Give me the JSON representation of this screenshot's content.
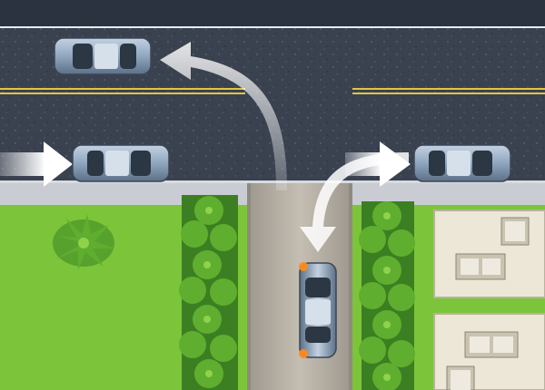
{
  "scene": {
    "subject": "driveway-exit-onto-two-way-road",
    "vehicles": [
      {
        "id": "car-westbound",
        "lane": "far",
        "direction": "west",
        "color": "#9fb4cc"
      },
      {
        "id": "car-eastbound-left",
        "lane": "near",
        "direction": "east",
        "color": "#9fb4cc"
      },
      {
        "id": "car-eastbound-right",
        "lane": "near",
        "direction": "east",
        "color": "#9fb4cc"
      },
      {
        "id": "car-exiting-driveway",
        "lane": "driveway",
        "direction": "north",
        "signal": "left-turn-signal-on",
        "color": "#9fb4cc"
      }
    ],
    "paths": [
      {
        "id": "arrow-left-turn",
        "from": "driveway",
        "to": "far-lane-westbound"
      },
      {
        "id": "arrow-right-turn",
        "from": "driveway",
        "to": "near-lane-eastbound"
      },
      {
        "id": "arrow-traffic-near-lane-left",
        "direction": "east"
      },
      {
        "id": "arrow-traffic-near-lane-right",
        "direction": "east"
      }
    ],
    "colors": {
      "asphalt": "#3a4250",
      "sky-strip": "#2b3340",
      "center-line": "#e2c441",
      "grass": "#7cc53a",
      "sidewalk": "#c9ccd2",
      "driveway": "#b5b0a6",
      "hedge": "#4f9a2a",
      "house-roof": "#ece7d6",
      "arrow": "#ffffff",
      "car-body": "#9fb4cc",
      "signal": "#ff8a1a"
    }
  }
}
